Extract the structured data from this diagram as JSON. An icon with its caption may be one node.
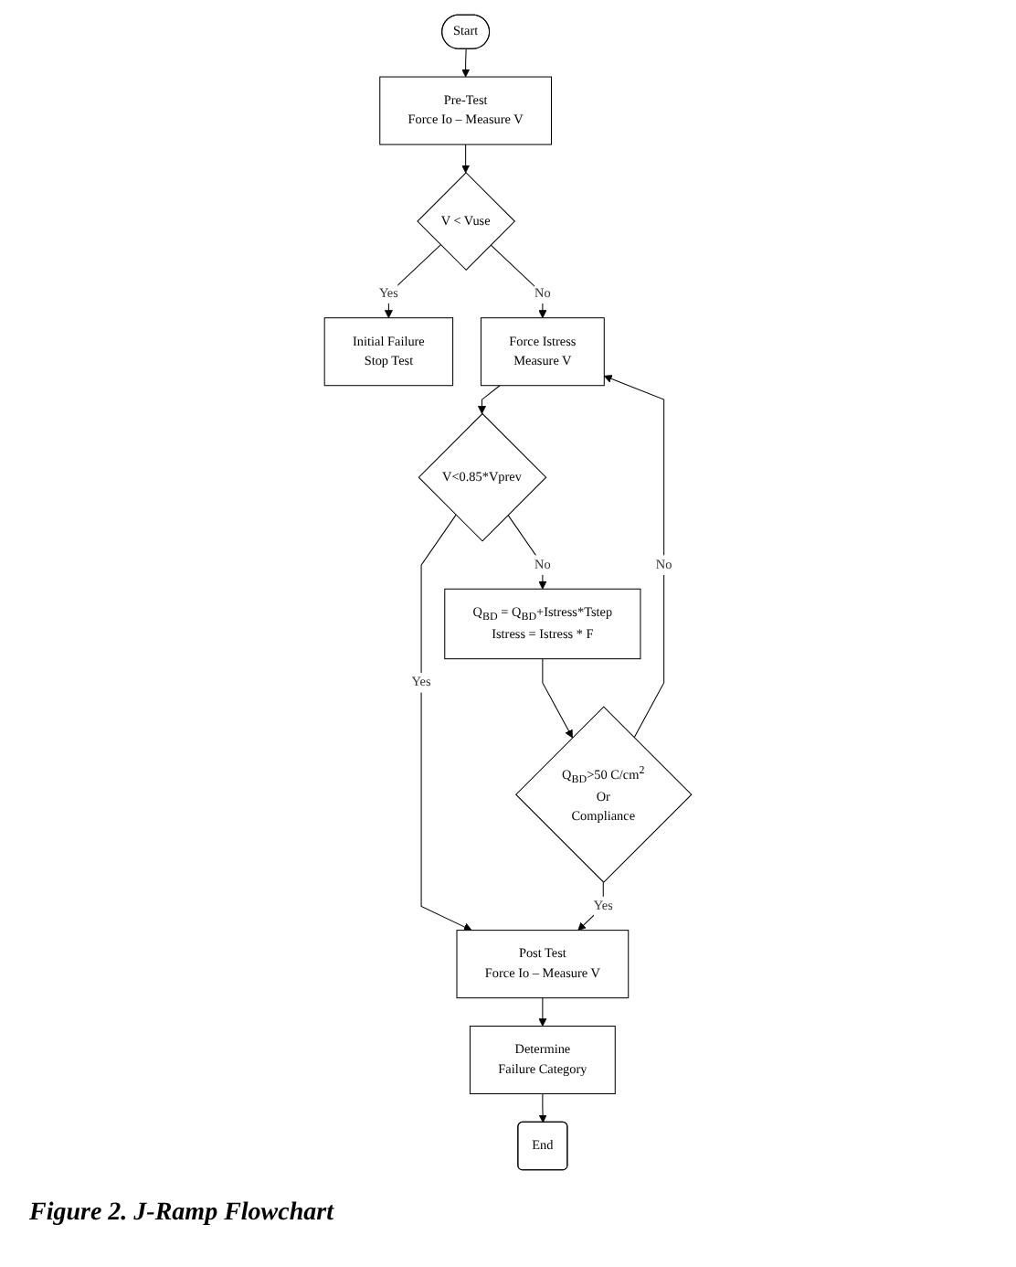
{
  "diagram": {
    "caption": "Figure 2. J-Ramp Flowchart",
    "nodes": [
      {
        "text": [
          "Start"
        ]
      },
      {
        "text": [
          "Pre-Test",
          "Force Io – Measure V"
        ]
      },
      {
        "text": [
          "V < Vuse"
        ]
      },
      {
        "text": [
          "Initial Failure",
          "Stop Test"
        ]
      },
      {
        "text": [
          "Force Istress",
          "Measure V"
        ]
      },
      {
        "text": [
          "V<0.85*Vprev"
        ]
      },
      {
        "text": [
          "Q$_{BD}$ = Q$_{BD}$+Istress*Tstep",
          "Istress = Istress * F"
        ]
      },
      {
        "text": [
          "Q$_{BD}$>50 C/cm$^{2}$",
          "Or",
          "Compliance"
        ]
      },
      {
        "text": [
          "Post Test",
          "Force Io – Measure V"
        ]
      },
      {
        "text": [
          "Determine",
          "Failure Category"
        ]
      },
      {
        "text": [
          "End"
        ]
      }
    ],
    "edges": [
      {
        "from": 0,
        "to": 1,
        "arrow": "to"
      },
      {
        "from": 1,
        "to": 2,
        "arrow": "to"
      },
      {
        "from": 2,
        "to": 3,
        "arrow": "to",
        "label": "Yes"
      },
      {
        "from": 2,
        "to": 4,
        "arrow": "to",
        "label": "No"
      },
      {
        "from": 4,
        "to": 5,
        "arrow": "to"
      },
      {
        "from": 5,
        "to": 8,
        "arrow": "to",
        "label": "Yes"
      },
      {
        "from": 5,
        "to": 6,
        "arrow": "to",
        "label": "No"
      },
      {
        "from": 6,
        "to": 7,
        "arrow": "to"
      },
      {
        "from": 7,
        "to": 4,
        "arrow": "to",
        "label": "No"
      },
      {
        "from": 7,
        "to": 8,
        "arrow": "to",
        "label": "Yes"
      },
      {
        "from": 8,
        "to": 9,
        "arrow": "to"
      },
      {
        "from": 9,
        "to": 10,
        "arrow": "to"
      }
    ]
  }
}
